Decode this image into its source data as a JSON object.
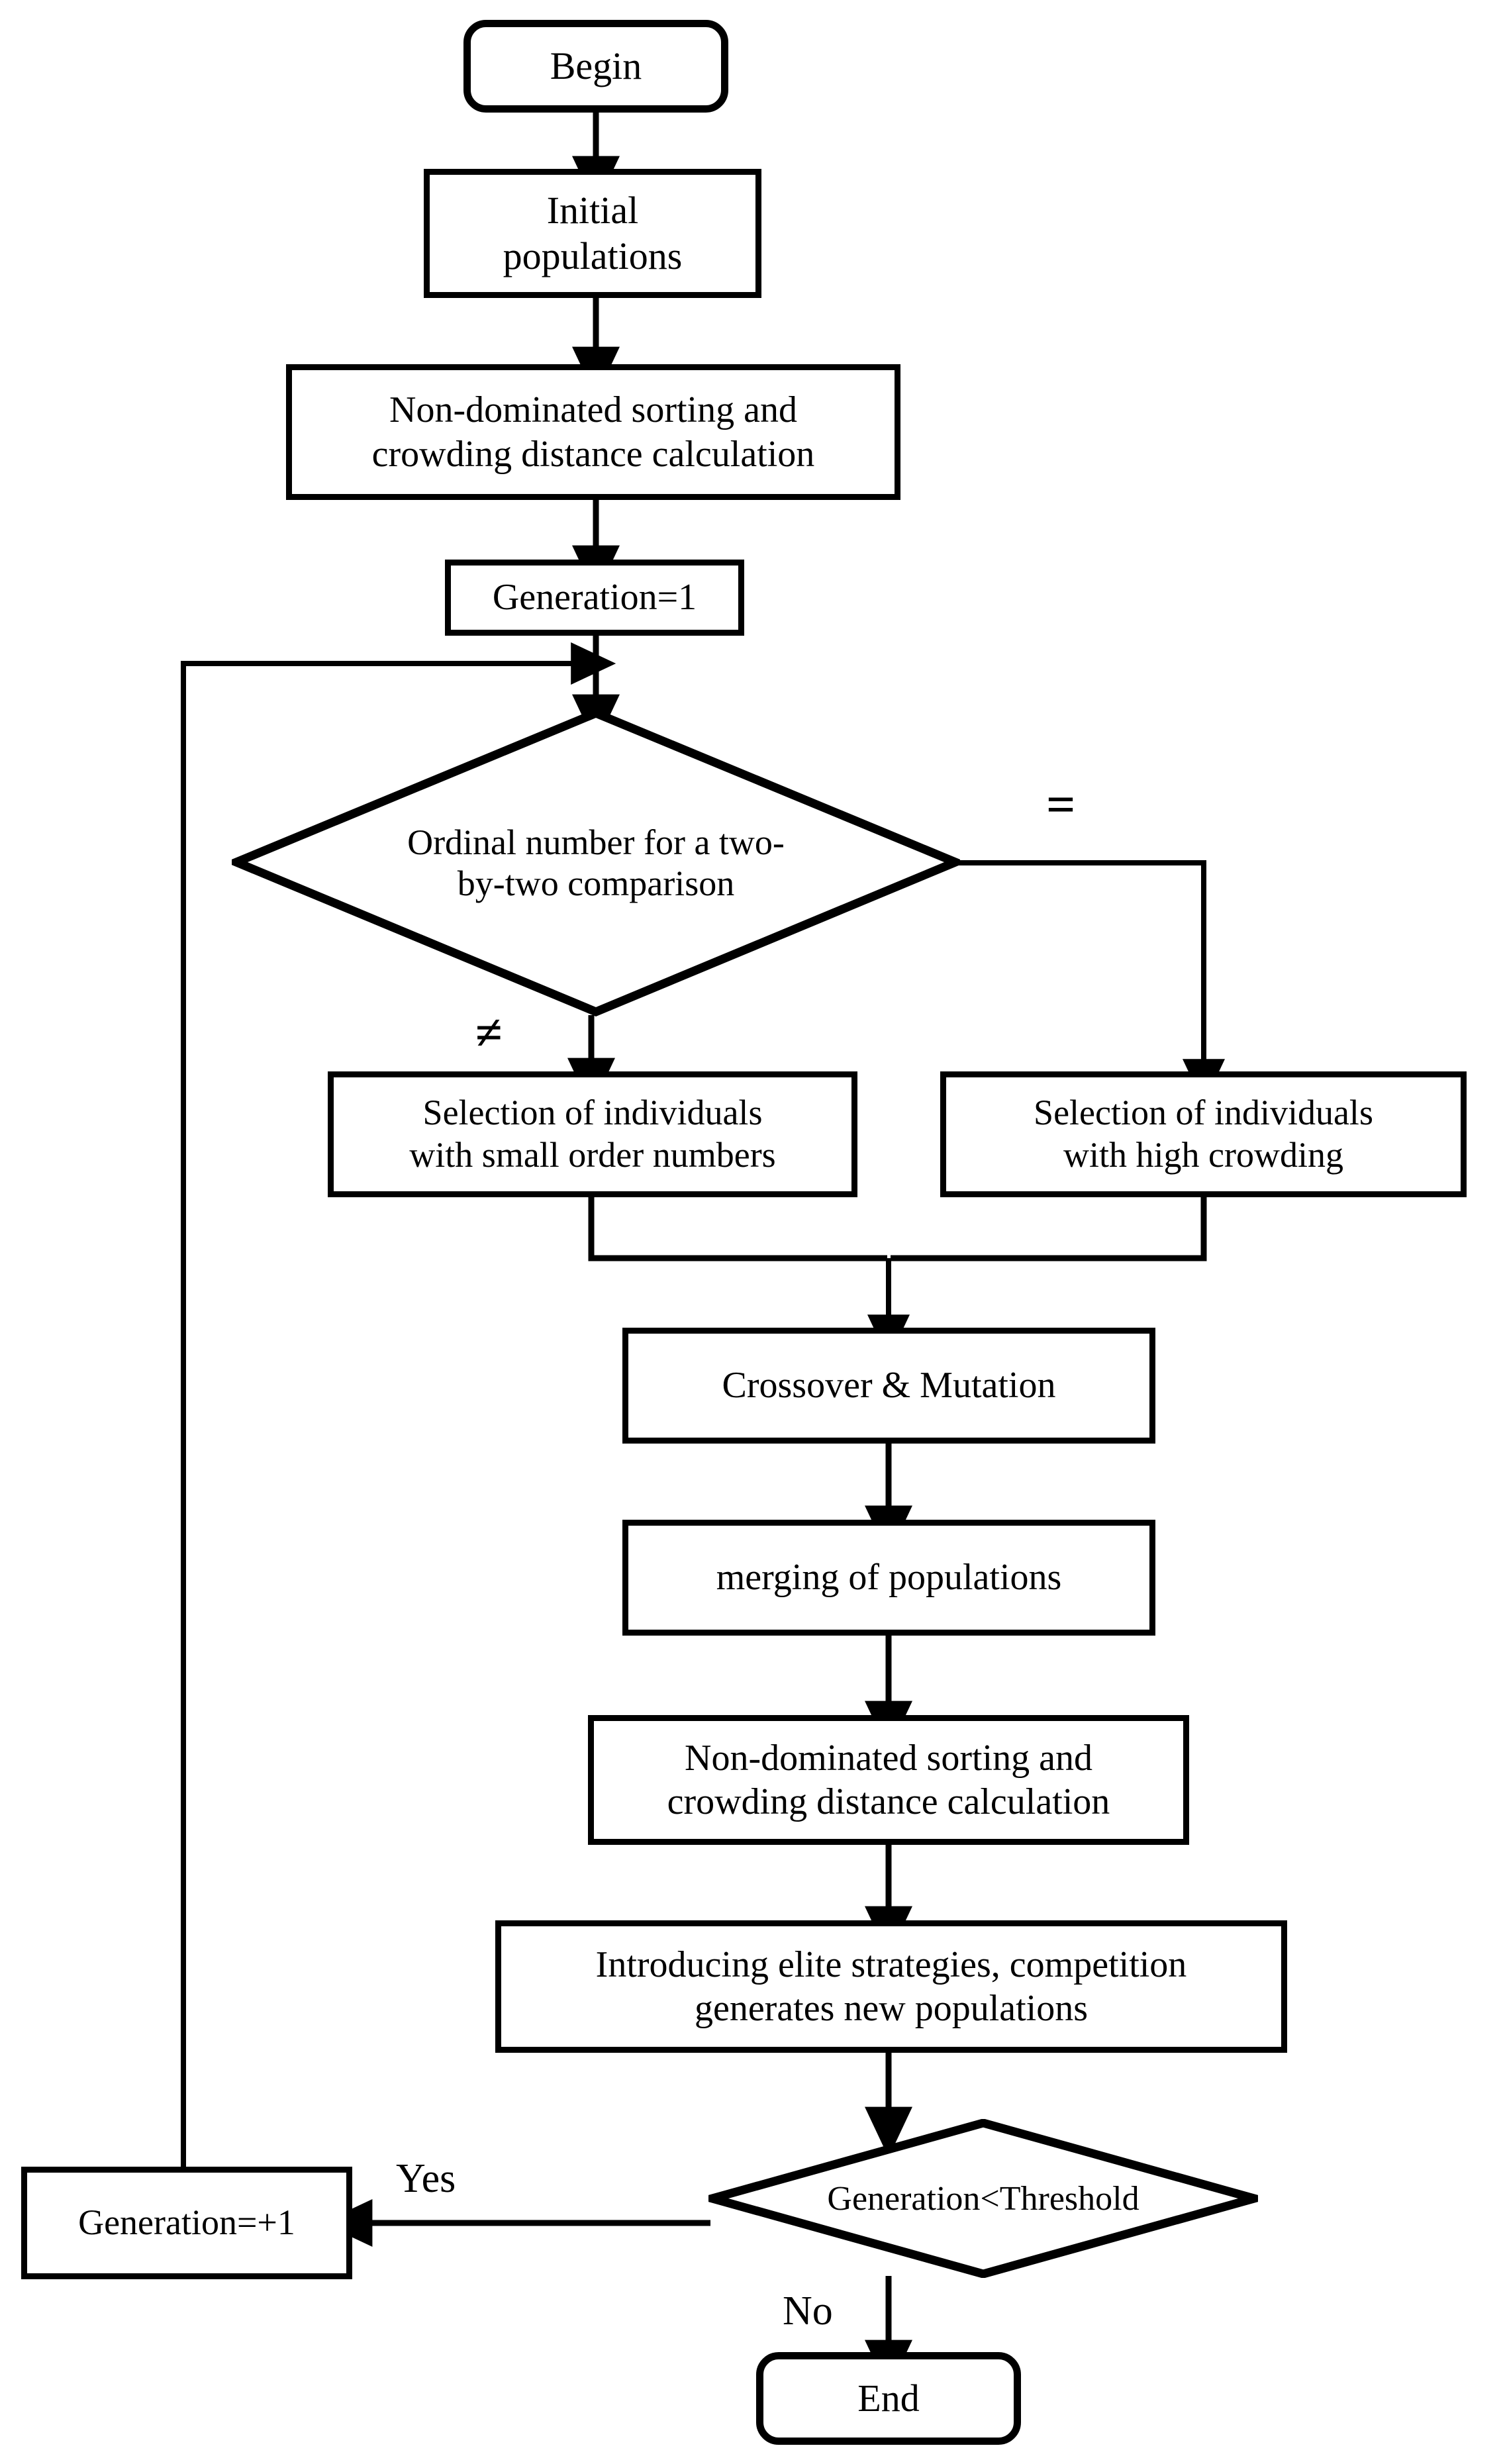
{
  "diagram": {
    "title": "NSGA-II multi-objective genetic algorithm flowchart",
    "stroke_color": "#000000",
    "fill_color": "#ffffff",
    "nodes": {
      "begin": {
        "label": "Begin",
        "shape": "terminator"
      },
      "initial_populations": {
        "label": "Initial\npopulations",
        "shape": "process"
      },
      "nds_crowding_1": {
        "label": "Non-dominated sorting and\ncrowding distance calculation",
        "shape": "process"
      },
      "generation_init": {
        "label": "Generation=1",
        "shape": "process"
      },
      "ordinal_decision": {
        "label": "Ordinal number for a two-\nby-two comparison",
        "shape": "decision"
      },
      "select_small_order": {
        "label": "Selection of individuals\nwith small order numbers",
        "shape": "process"
      },
      "select_high_crowding": {
        "label": "Selection of individuals\nwith high crowding",
        "shape": "process"
      },
      "crossover_mutation": {
        "label": "Crossover & Mutation",
        "shape": "process"
      },
      "merging_populations": {
        "label": "merging of populations",
        "shape": "process"
      },
      "nds_crowding_2": {
        "label": "Non-dominated sorting and\ncrowding distance calculation",
        "shape": "process"
      },
      "elite_strategies": {
        "label": "Introducing elite strategies, competition\ngenerates new populations",
        "shape": "process"
      },
      "threshold_decision": {
        "label": "Generation<Threshold",
        "shape": "decision"
      },
      "generation_increment": {
        "label": "Generation=+1",
        "shape": "process"
      },
      "end": {
        "label": "End",
        "shape": "terminator"
      }
    },
    "edge_labels": {
      "not_equal": "≠",
      "equal": "=",
      "yes": "Yes",
      "no": "No"
    }
  }
}
